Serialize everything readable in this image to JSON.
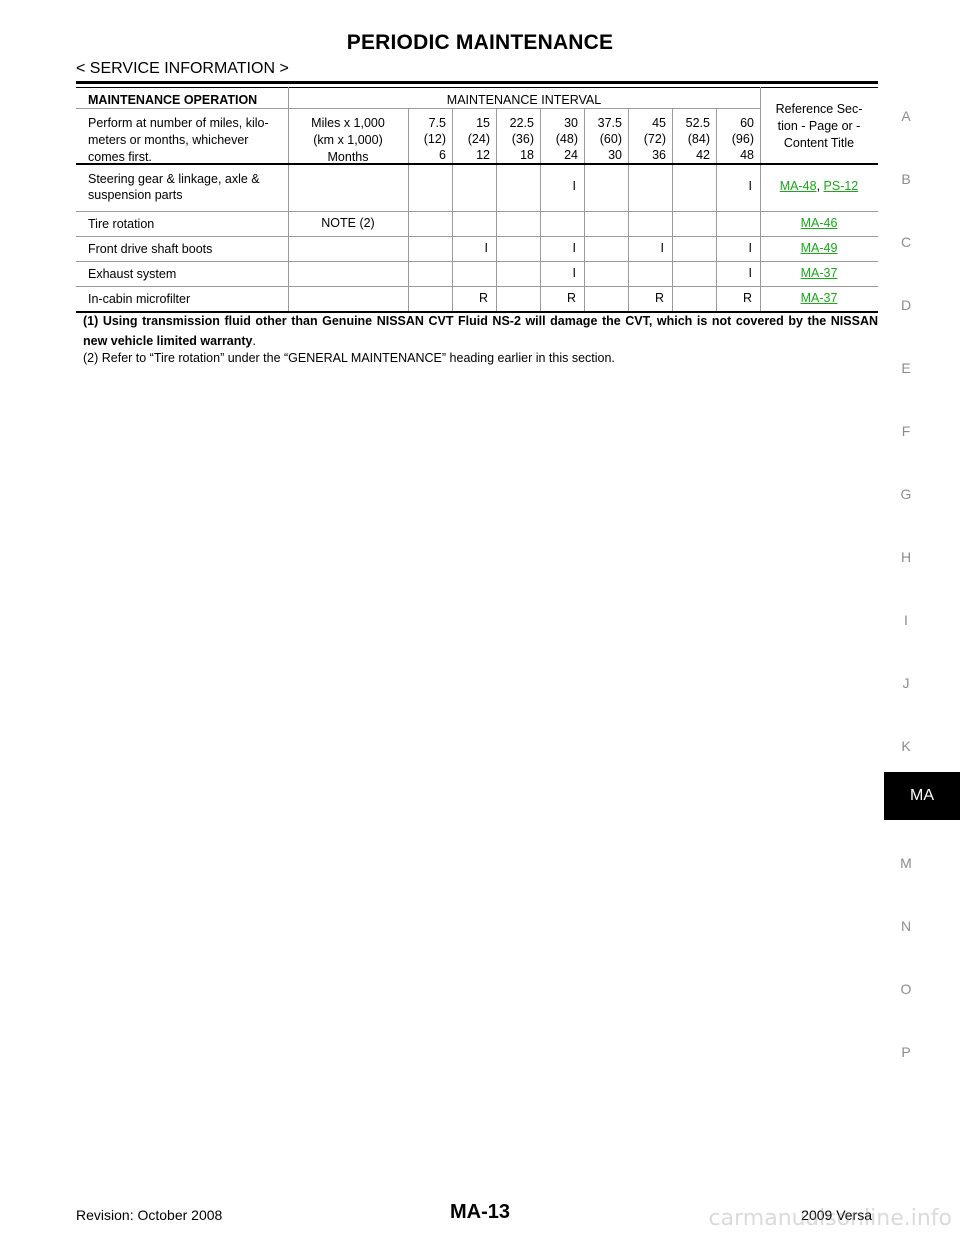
{
  "header": {
    "title": "PERIODIC MAINTENANCE",
    "subtitle": "< SERVICE INFORMATION >"
  },
  "table": {
    "header": {
      "operation_label": "MAINTENANCE OPERATION",
      "interval_label": "MAINTENANCE INTERVAL",
      "reference_label": "Reference Sec-\ntion - Page or -\nContent Title",
      "perform_text": "Perform at number of miles, kilo-\nmeters or months, whichever\ncomes first.",
      "units_text": "Miles x 1,000\n(km x 1,000)\nMonths",
      "intervals": [
        {
          "miles": "7.5",
          "km": "(12)",
          "months": "6"
        },
        {
          "miles": "15",
          "km": "(24)",
          "months": "12"
        },
        {
          "miles": "22.5",
          "km": "(36)",
          "months": "18"
        },
        {
          "miles": "30",
          "km": "(48)",
          "months": "24"
        },
        {
          "miles": "37.5",
          "km": "(60)",
          "months": "30"
        },
        {
          "miles": "45",
          "km": "(72)",
          "months": "36"
        },
        {
          "miles": "52.5",
          "km": "(84)",
          "months": "42"
        },
        {
          "miles": "60",
          "km": "(96)",
          "months": "48"
        }
      ]
    },
    "rows": [
      {
        "operation": "Steering gear & linkage, axle &\nsuspension parts",
        "note": "",
        "marks": [
          "",
          "",
          "",
          "I",
          "",
          "",
          "",
          "I"
        ],
        "refs": [
          "MA-48",
          "PS-12"
        ]
      },
      {
        "operation": "Tire rotation",
        "note": "NOTE (2)",
        "marks": [
          "",
          "",
          "",
          "",
          "",
          "",
          "",
          ""
        ],
        "refs": [
          "MA-46"
        ]
      },
      {
        "operation": "Front drive shaft boots",
        "note": "",
        "marks": [
          "",
          "I",
          "",
          "I",
          "",
          "I",
          "",
          "I"
        ],
        "refs": [
          "MA-49"
        ]
      },
      {
        "operation": "Exhaust system",
        "note": "",
        "marks": [
          "",
          "",
          "",
          "I",
          "",
          "",
          "",
          "I"
        ],
        "refs": [
          "MA-37"
        ]
      },
      {
        "operation": "In-cabin microfilter",
        "note": "",
        "marks": [
          "",
          "R",
          "",
          "R",
          "",
          "R",
          "",
          "R"
        ],
        "refs": [
          "MA-37"
        ]
      }
    ]
  },
  "notes": {
    "note1": "(1) Using transmission fluid other than Genuine NISSAN CVT Fluid NS-2 will damage the CVT, which is not covered by the NISSAN new vehicle limited warranty",
    "note1_end": ".",
    "note2": "(2) Refer to “Tire rotation” under the “GENERAL MAINTENANCE” heading earlier in this section."
  },
  "side_index": {
    "letters": [
      "A",
      "B",
      "C",
      "D",
      "E",
      "F",
      "G",
      "H",
      "I",
      "J",
      "K",
      "M",
      "N",
      "O",
      "P"
    ],
    "active_tab": "MA"
  },
  "footer": {
    "revision": "Revision: October 2008",
    "page": "MA-13",
    "model": "2009 Versa",
    "watermark": "carmanualsonline.info"
  },
  "colors": {
    "link": "#18a818",
    "tab_bg": "#000000",
    "side_letter": "#8c8c8c"
  }
}
